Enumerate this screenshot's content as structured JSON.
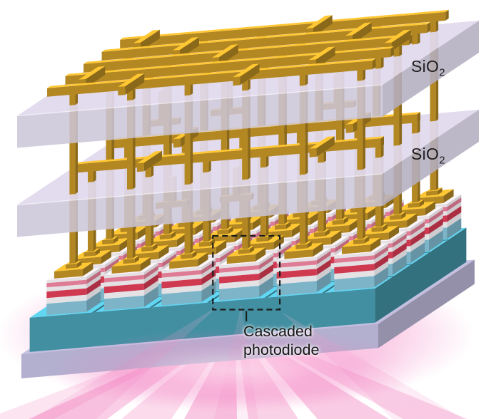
{
  "labels": {
    "sio2_upper": {
      "text": "SiO",
      "subscript": "2"
    },
    "sio2_lower": {
      "text": "SiO",
      "subscript": "2"
    },
    "callout": {
      "line1": "Cascaded",
      "line2": "photodiode"
    }
  },
  "colors": {
    "background": "#ffffff",
    "gold_interconnect": "#e0a92a",
    "sio2_slab": "#d6cfe3",
    "substrate": "#b9b4d4",
    "sensor_slab_teal": "#55bcd4",
    "photodiode_red": "#e6405a",
    "photodiode_pink": "#f287a2",
    "photodiode_blue": "#93d4ea",
    "layer_white": "#f4f0f4",
    "light_beam_pink": "#ee5fae",
    "light_glow": "#ffd9ec",
    "annotation_ink": "#1c1c1c"
  }
}
